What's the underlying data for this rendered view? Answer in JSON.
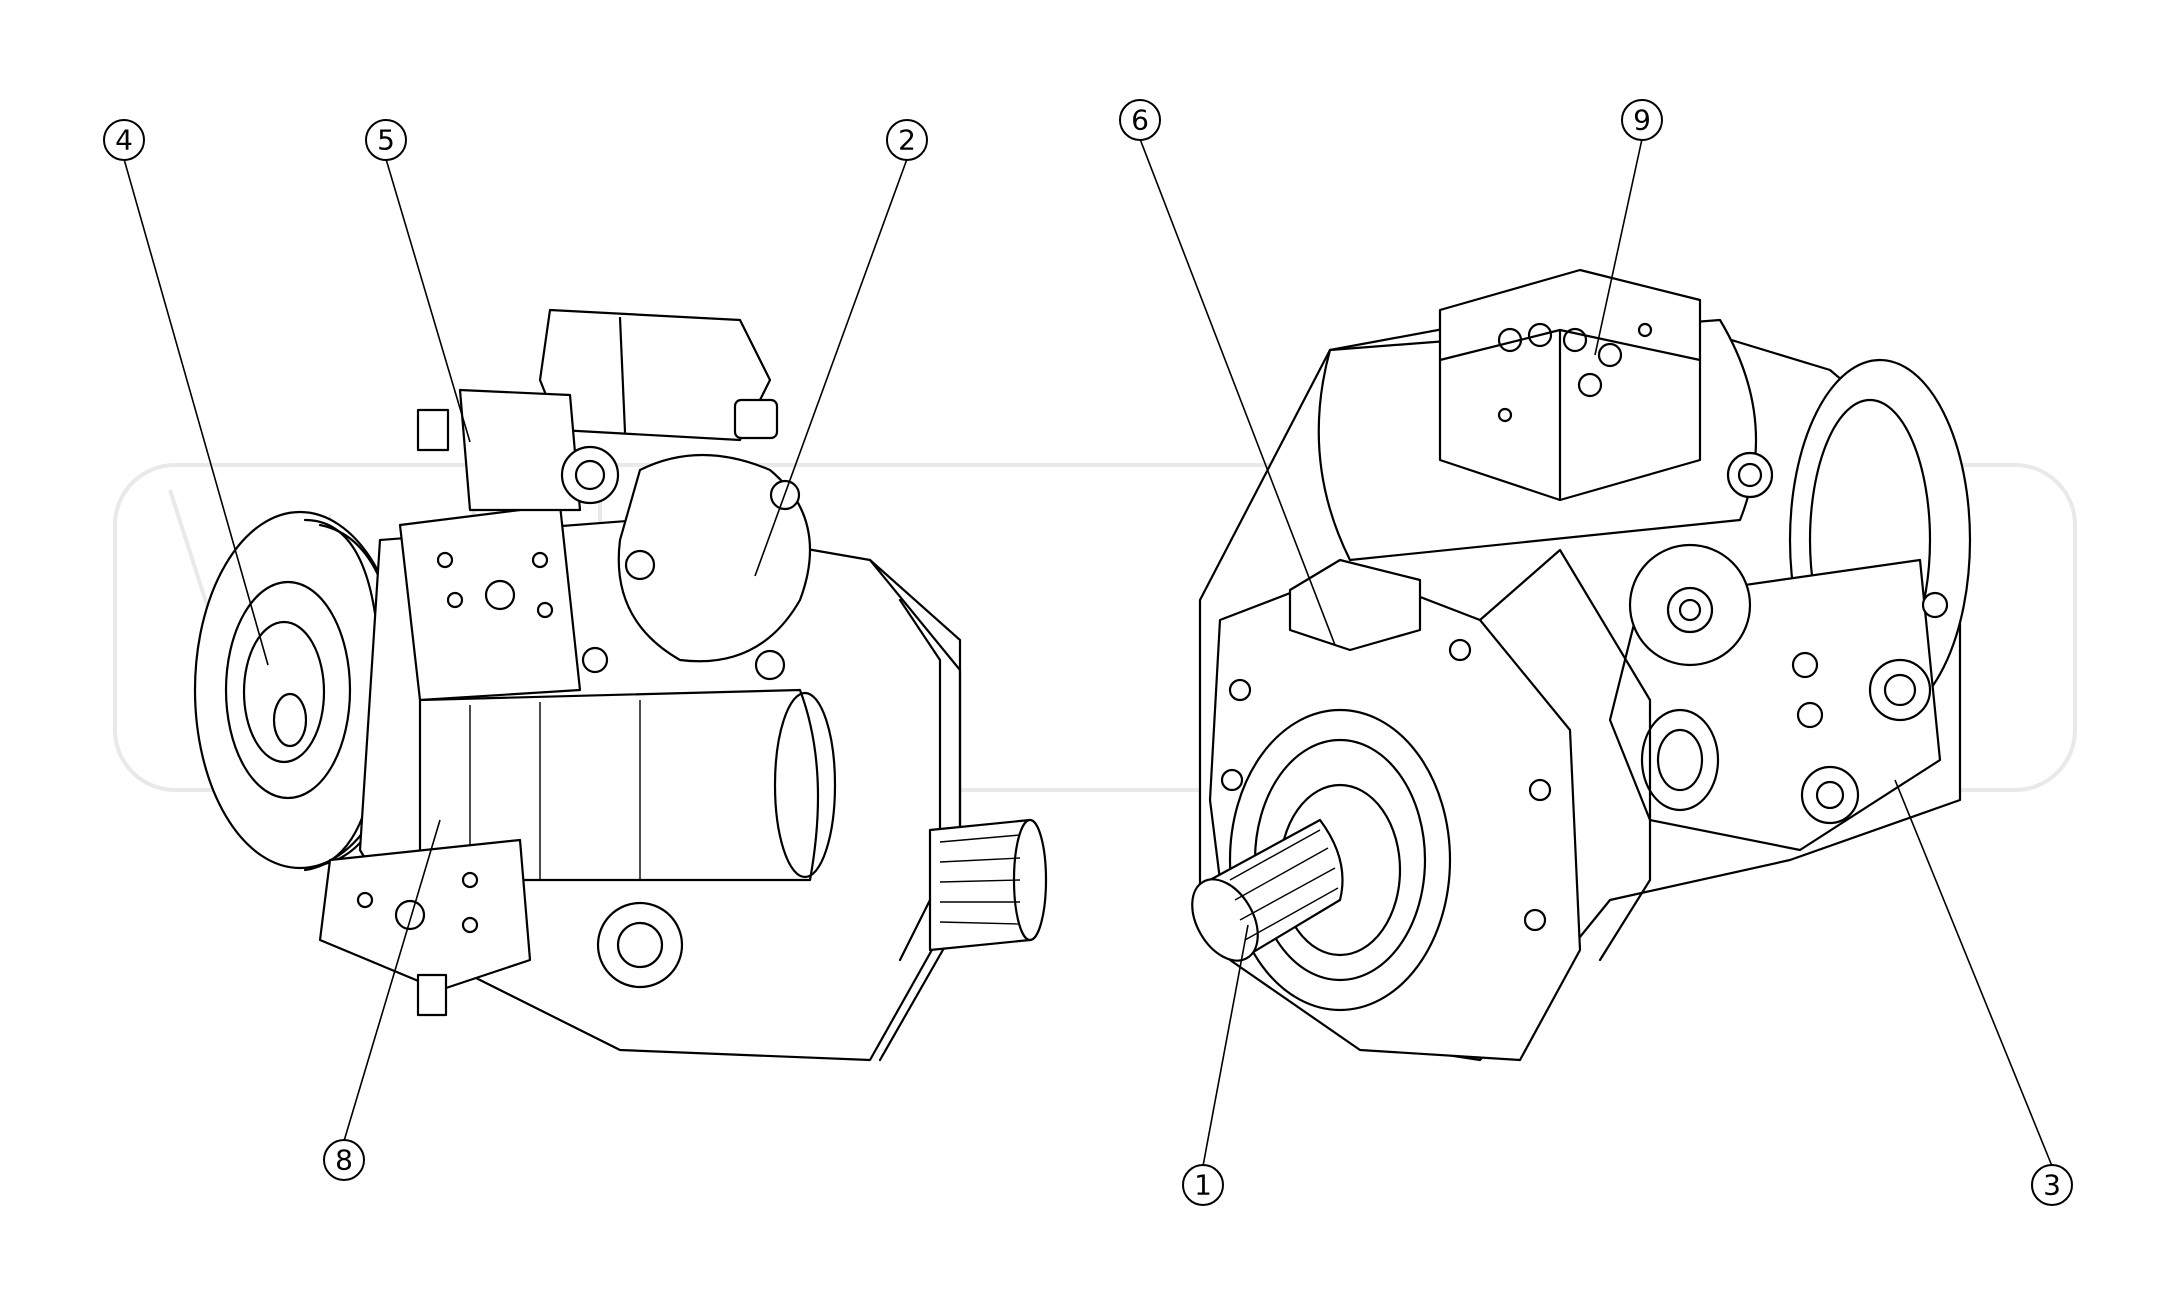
{
  "figure": {
    "background": "#ffffff",
    "line_color": "#000000",
    "watermark_color": "#e9e9e9"
  },
  "balloons": [
    {
      "id": "4",
      "label": "4"
    },
    {
      "id": "5",
      "label": "5"
    },
    {
      "id": "2",
      "label": "2"
    },
    {
      "id": "8",
      "label": "8"
    },
    {
      "id": "6",
      "label": "6"
    },
    {
      "id": "9",
      "label": "9"
    },
    {
      "id": "1",
      "label": "1"
    },
    {
      "id": "3",
      "label": "3"
    }
  ]
}
